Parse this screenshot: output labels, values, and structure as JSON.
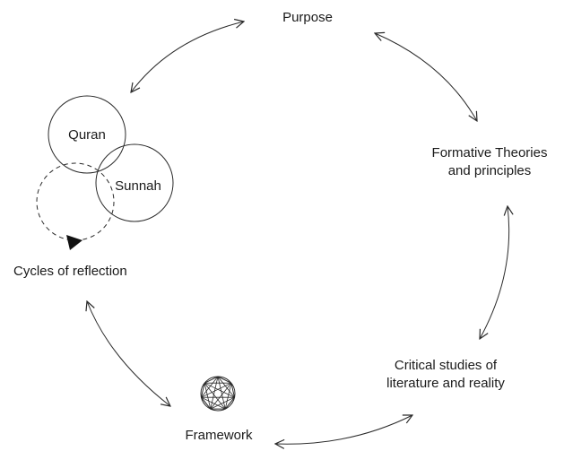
{
  "diagram": {
    "nodes": {
      "purpose": "Purpose",
      "formative_line1": "Formative Theories",
      "formative_line2": "and principles",
      "critical_line1": "Critical studies of",
      "critical_line2": "literature and reality",
      "framework": "Framework",
      "cycles": "Cycles of reflection"
    },
    "circles": {
      "quran": "Quran",
      "sunnah": "Sunnah"
    },
    "colors": {
      "stroke": "#2a2a2a",
      "text": "#1a1a1a"
    },
    "icons": [
      "double-headed-arrow",
      "network-graph-icon",
      "play-triangle-icon"
    ]
  }
}
